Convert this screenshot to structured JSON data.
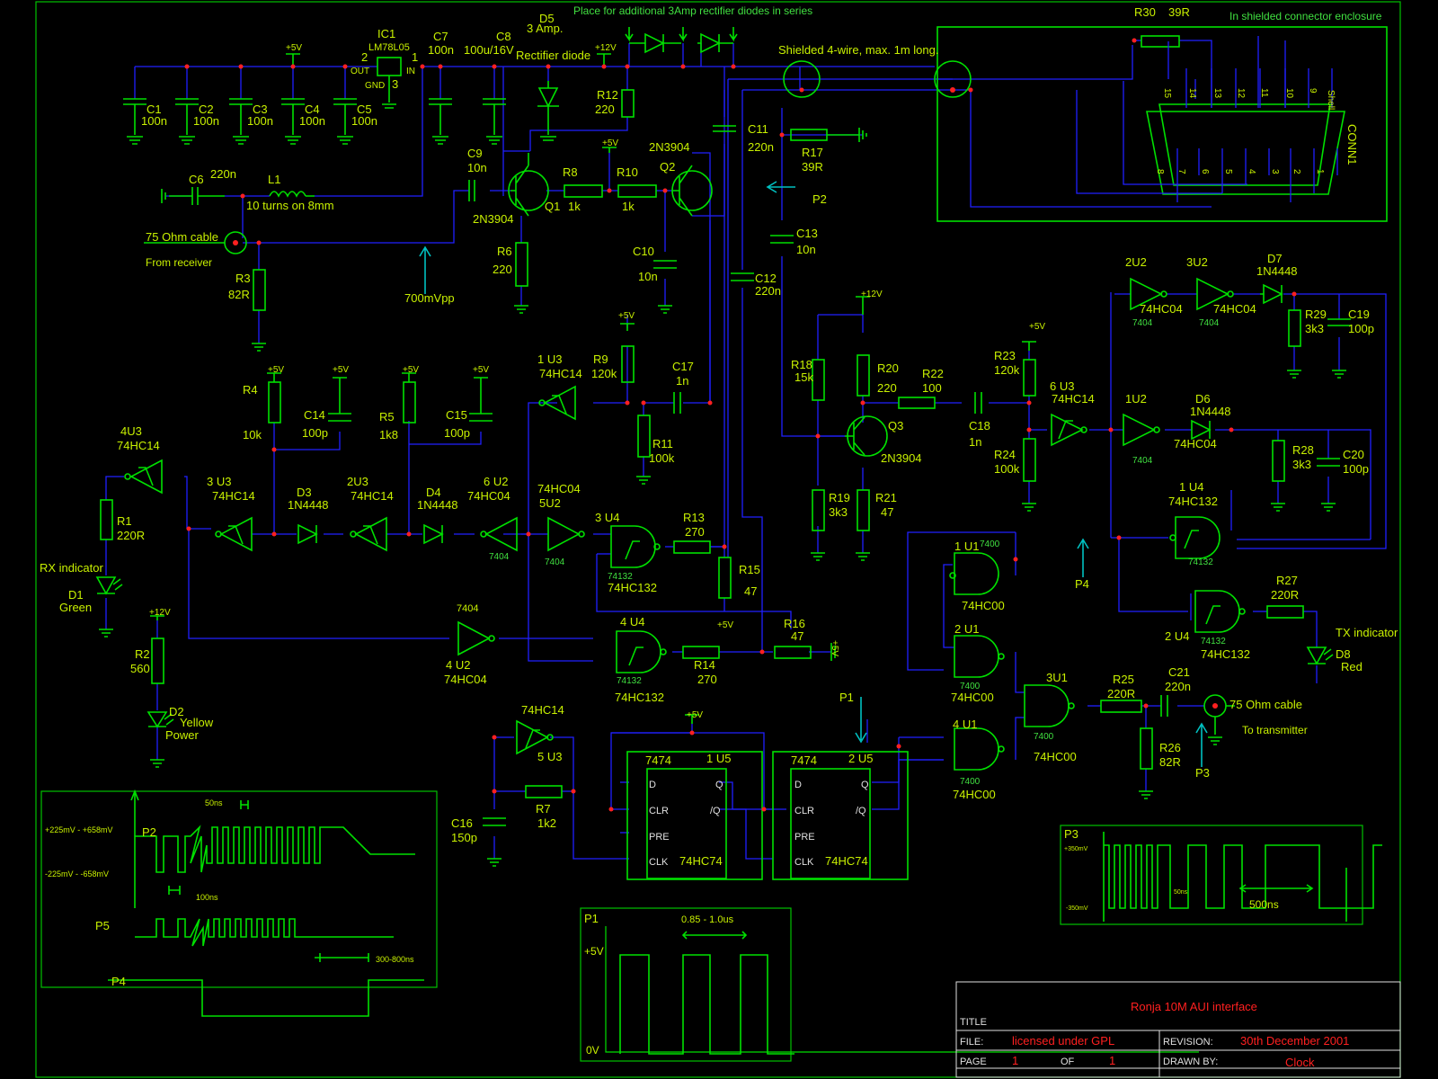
{
  "labels": {
    "place_diodes": "Place for additional 3Amp rectifier diodes in series",
    "shielded_enclosure": "In shielded connector enclosure",
    "shielded_wire": "Shielded 4-wire, max. 1m long.",
    "r30": "R30",
    "r30_val": "39R",
    "ic1": "IC1",
    "ic1_part": "LM78L05",
    "ic1_out": "OUT",
    "ic1_in": "IN",
    "ic1_gnd": "GND",
    "ic1_p2": "2",
    "ic1_p1": "1",
    "ic1_p3": "3",
    "p5v": "+5V",
    "p12v": "+12V",
    "c7": "C7",
    "c7_val": "100n",
    "c8": "C8",
    "c8_val": "100u/16V",
    "d5": "D5",
    "d5_val": "3 Amp.",
    "d5_desc": "Rectifier diode",
    "c1": "C1",
    "c2": "C2",
    "c3": "C3",
    "c4": "C4",
    "c5": "C5",
    "c100n": "100n",
    "r12": "R12",
    "r12_val": "220",
    "c11": "C11",
    "c11_val": "220n",
    "r17": "R17",
    "r17_val": "39R",
    "p2": "P2",
    "c9": "C9",
    "c9_val": "10n",
    "r8": "R8",
    "r8_val": "1k",
    "r10": "R10",
    "r10_val": "1k",
    "q1": "Q1",
    "q2": "Q2",
    "q3": "Q3",
    "q_part": "2N3904",
    "c6": "C6",
    "c6_val": "220n",
    "l1": "L1",
    "l1_val": "10 turns on 8mm",
    "cable_in": "75 Ohm cable",
    "from_receiver": "From receiver",
    "r3": "R3",
    "r3_val": "82R",
    "mv700": "700mVpp",
    "r6": "R6",
    "r6_val": "220",
    "c10": "C10",
    "c10_val": "10n",
    "c13": "C13",
    "c13_val": "10n",
    "c12": "C12",
    "c12_val": "220n",
    "conn1": "CONN1",
    "shell": "Shell",
    "conn_top": [
      "15",
      "14",
      "13",
      "12",
      "11",
      "10",
      "9"
    ],
    "conn_bot": [
      "8",
      "7",
      "6",
      "5",
      "4",
      "3",
      "2",
      "1"
    ],
    "u2_2": "2U2",
    "u2_3": "3U2",
    "u2_1": "1U2",
    "u2_5": "5U2",
    "u2_6": "6 U2",
    "u2_4": "4 U2",
    "hc04": "74HC04",
    "hc14": "74HC14",
    "hc132": "74HC132",
    "hc00": "74HC00",
    "hc74": "74HC74",
    "g7404": "7404",
    "g74132": "74132",
    "g7400": "7400",
    "g7474": "7474",
    "d7": "D7",
    "d6": "D6",
    "d3": "D3",
    "d4": "D4",
    "n4448": "1N4448",
    "r29": "R29",
    "r29_val": "3k3",
    "c19": "C19",
    "c19_val": "100p",
    "r28": "R28",
    "r28_val": "3k3",
    "c20": "C20",
    "c20_val": "100p",
    "u3_1": "1 U3",
    "u3_4": "4U3",
    "u3_3": "3 U3",
    "u3_2": "2U3",
    "u3_6": "6 U3",
    "u3_5": "5 U3",
    "r9": "R9",
    "r9_val": "120k",
    "c17": "C17",
    "c17_val": "1n",
    "r11": "R11",
    "r11_val": "100k",
    "r18": "R18",
    "r18_val": "15k",
    "r20": "R20",
    "r20_val": "220",
    "r22": "R22",
    "r22_val": "100",
    "c18": "C18",
    "c18_val": "1n",
    "r23": "R23",
    "r23_val": "120k",
    "r24": "R24",
    "r24_val": "100k",
    "r19": "R19",
    "r19_val": "3k3",
    "r21": "R21",
    "r21_val": "47",
    "r4": "R4",
    "r4_val": "10k",
    "c14": "C14",
    "c14_val": "100p",
    "r5": "R5",
    "r5_val": "1k8",
    "c15": "C15",
    "c15_val": "100p",
    "r1": "R1",
    "r1_val": "220R",
    "rx_ind": "RX indicator",
    "d1": "D1",
    "d1_val": "Green",
    "r2": "R2",
    "r2_val": "560",
    "d2": "D2",
    "d2_val": "Yellow",
    "power": "Power",
    "u4_3": "3 U4",
    "u4_4": "4 U4",
    "u4_1": "1 U4",
    "u4_2": "2 U4",
    "r13": "R13",
    "r13_val": "270",
    "r14": "R14",
    "r14_val": "270",
    "r15": "R15",
    "r15_val": "47",
    "r16": "R16",
    "r16_val": "47",
    "u1_1": "1 U1",
    "u1_2": "2 U1",
    "u1_3": "3U1",
    "u1_4": "4 U1",
    "p4": "P4",
    "p1": "P1",
    "p3": "P3",
    "r27": "R27",
    "r27_val": "220R",
    "tx_ind": "TX indicator",
    "d8": "D8",
    "d8_val": "Red",
    "r25": "R25",
    "r25_val": "220R",
    "c21": "C21",
    "c21_val": "220n",
    "cable_out": "75 Ohm cable",
    "to_tx": "To transmitter",
    "r26": "R26",
    "r26_val": "82R",
    "r7": "R7",
    "r7_val": "1k2",
    "c16": "C16",
    "c16_val": "150p",
    "u5_1": "1 U5",
    "u5_2": "2 U5",
    "ff_d": "D",
    "ff_clr": "CLR",
    "ff_pre": "PRE",
    "ff_clk": "CLK",
    "ff_q": "Q",
    "ff_nq": "/Q",
    "p5": "P5",
    "v_hi": "+225mV - +658mV",
    "v_lo": "-225mV - -658mV",
    "ns50": "50ns",
    "ns100": "100ns",
    "ns300": "300-800ns",
    "us_range": "0.85 - 1.0us",
    "v5": "+5V",
    "v0": "0V",
    "p3_hi": "+350mV",
    "p3_lo": "-350mV",
    "p3_50": "50ns",
    "ns500": "500ns"
  },
  "title_block": {
    "title_label": "TITLE",
    "title": "Ronja 10M AUI interface",
    "file_label": "FILE:",
    "file": "licensed under GPL",
    "revision_label": "REVISION:",
    "revision": "30th December 2001",
    "page_label": "PAGE",
    "page": "1",
    "of_label": "OF",
    "of": "1",
    "drawn_label": "DRAWN BY:",
    "drawn": "Clock"
  },
  "colors": {
    "wire": "#2020ff",
    "component": "#00e000",
    "label": "#c8f000",
    "node": "#ff2020"
  }
}
